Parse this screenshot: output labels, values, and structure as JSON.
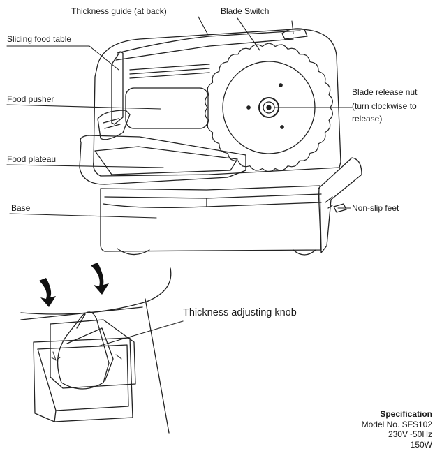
{
  "labels": {
    "thickness_guide": "Thickness guide (at back)",
    "blade_switch": "Blade Switch",
    "sliding_food_table": "Sliding food table",
    "food_pusher": "Food pusher",
    "food_plateau": "Food plateau",
    "base": "Base",
    "blade_release_nut": [
      "Blade release nut",
      "(turn clockwise to",
      "release)"
    ],
    "non_slip_feet": "Non-slip feet",
    "thickness_knob": "Thickness adjusting knob"
  },
  "spec": {
    "title": "Specification",
    "model": "Model No. SFS102",
    "voltage": "230V~50Hz",
    "power": "150W"
  }
}
